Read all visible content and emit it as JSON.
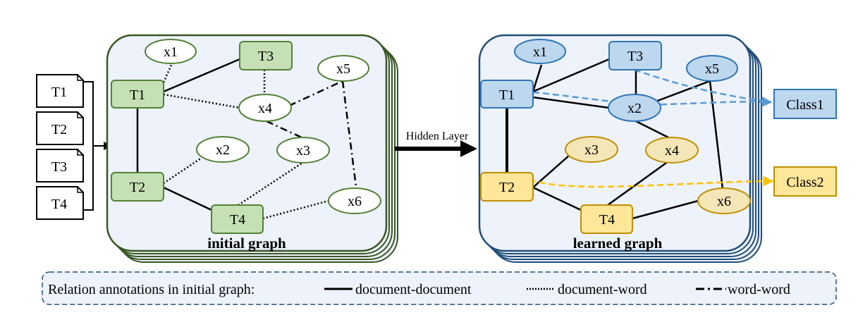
{
  "documents": [
    "T1",
    "T2",
    "T3",
    "T4"
  ],
  "hidden_layer_label": "Hidden Layer",
  "initial_graph": {
    "caption": "initial graph",
    "doc_nodes": {
      "T1": "T1",
      "T2": "T2",
      "T3": "T3",
      "T4": "T4"
    },
    "word_nodes": {
      "x1": "x1",
      "x2": "x2",
      "x3": "x3",
      "x4": "x4",
      "x5": "x5",
      "x6": "x6"
    },
    "colors": {
      "doc_fill": "#c5e0b4",
      "doc_stroke": "#538135",
      "word_fill": "#ffffff",
      "word_stroke": "#538135",
      "panel_fill": "#eef2fa"
    }
  },
  "learned_graph": {
    "caption": "learned graph",
    "doc_nodes": {
      "T1": "T1",
      "T2": "T2",
      "T3": "T3",
      "T4": "T4"
    },
    "word_nodes": {
      "x1": "x1",
      "x2": "x2",
      "x3": "x3",
      "x4": "x4",
      "x5": "x5",
      "x6": "x6"
    },
    "classes": {
      "class1": "Class1",
      "class2": "Class2"
    },
    "colors": {
      "blue_fill": "#bdd7ee",
      "blue_stroke": "#2e75b6",
      "yellow_fill": "#ffe699",
      "yellow_stroke": "#bf9000",
      "word_yellow_fill": "#f5e6b8",
      "panel_stroke": "#1f4e79"
    }
  },
  "legend": {
    "title": "Relation annotations in initial graph:",
    "items": [
      {
        "style": "solid",
        "label": "document-document"
      },
      {
        "style": "dotted",
        "label": "document-word"
      },
      {
        "style": "dash-dot",
        "label": "word-word"
      }
    ]
  }
}
